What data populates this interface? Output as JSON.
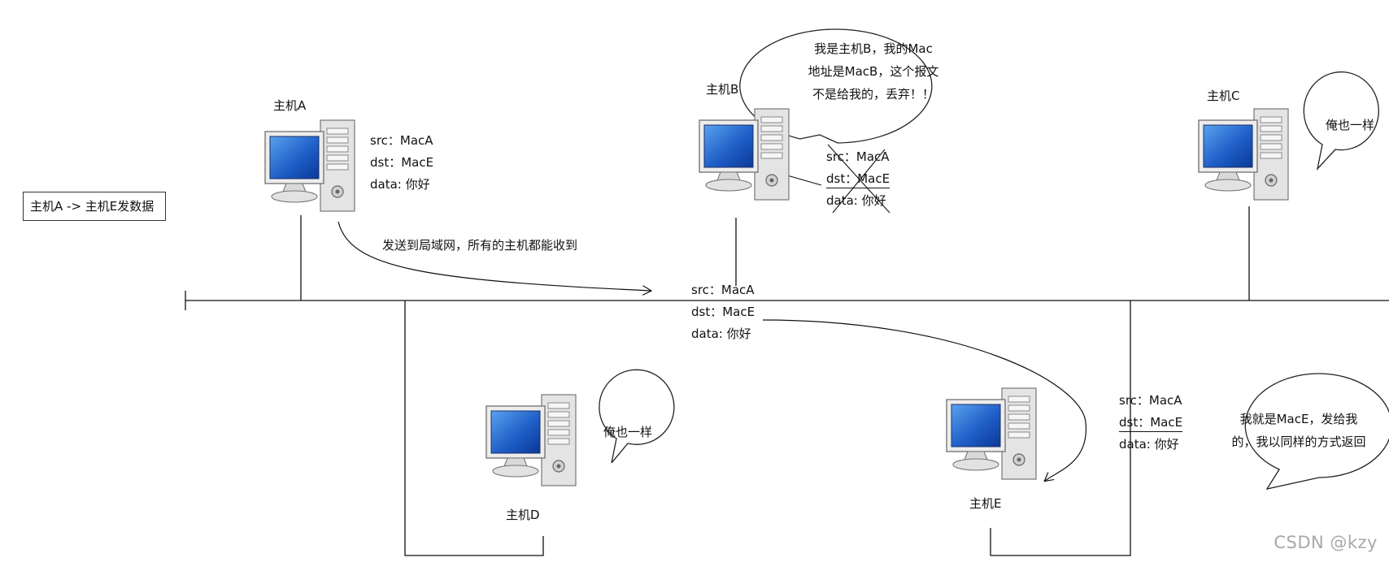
{
  "send_note": "主机A -> 主机E发数据",
  "flow_label": "发送到局域网，所有的主机都能收到",
  "hosts": {
    "a": {
      "label": "主机A"
    },
    "b": {
      "label": "主机B"
    },
    "c": {
      "label": "主机C"
    },
    "d": {
      "label": "主机D"
    },
    "e": {
      "label": "主机E"
    }
  },
  "packet": {
    "src": "src：MacA",
    "dst": "dst：MacE",
    "data": "data: 你好"
  },
  "bubbles": {
    "b": [
      "我是主机B，我的Mac",
      "地址是MacB，这个报文",
      "不是给我的，丢弃！！"
    ],
    "c": "俺也一样",
    "d": "俺也一样",
    "e": [
      "我就是MacE，发给我",
      "的，我以同样的方式返回"
    ]
  },
  "watermark": "CSDN @kzy"
}
